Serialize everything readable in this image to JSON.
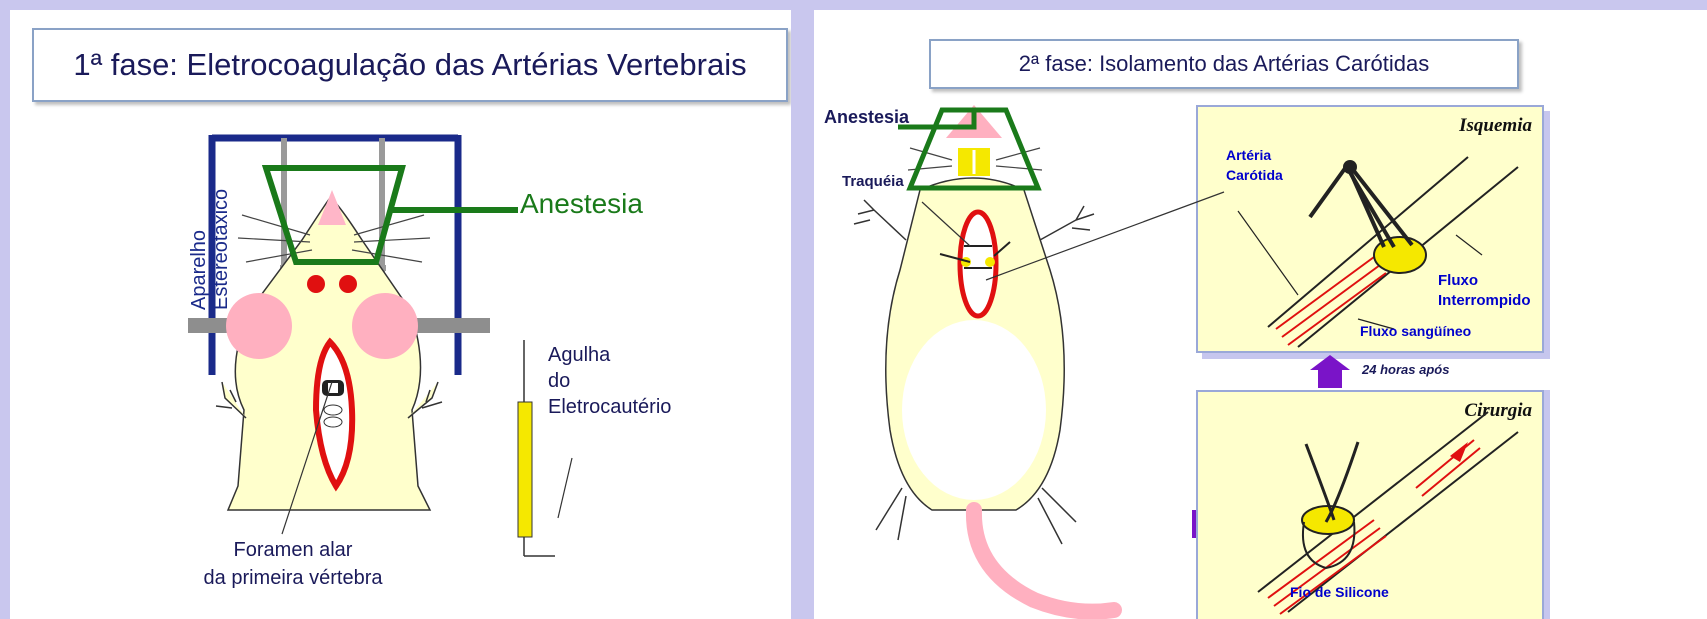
{
  "left": {
    "title": "1ª fase: Eletrocoagulação das Artérias Vertebrais",
    "stereotaxic_line1": "Aparelho",
    "stereotaxic_line2": "Estereotáxico",
    "anesthesia": "Anestesia",
    "needle_line1": "Agulha",
    "needle_line2": "do",
    "needle_line3": "Eletrocautério",
    "foramen_line1": "Foramen alar",
    "foramen_line2": "da primeira vértebra"
  },
  "right": {
    "title": "2ª fase: Isolamento das Artérias Carótidas",
    "anesthesia": "Anestesia",
    "trachea": "Traquéia",
    "ischemia_title": "Isquemia",
    "artery_line1": "Artéria",
    "artery_line2": "Carótida",
    "flow_stop_line1": "Fluxo",
    "flow_stop_line2": "Interrompido",
    "blood_flow": "Fluxo sangüíneo",
    "after_24h": "24 horas após",
    "surgery_title": "Cirurgia",
    "silicone": "Fio de Silicone"
  },
  "colors": {
    "background": "#c9c7ee",
    "stereotax_blue": "#1a2a8a",
    "anesthesia_green": "#1a7a1a",
    "rat_body": "#ffffcc",
    "arrow_purple": "#7a14c8",
    "red": "#e01010"
  }
}
